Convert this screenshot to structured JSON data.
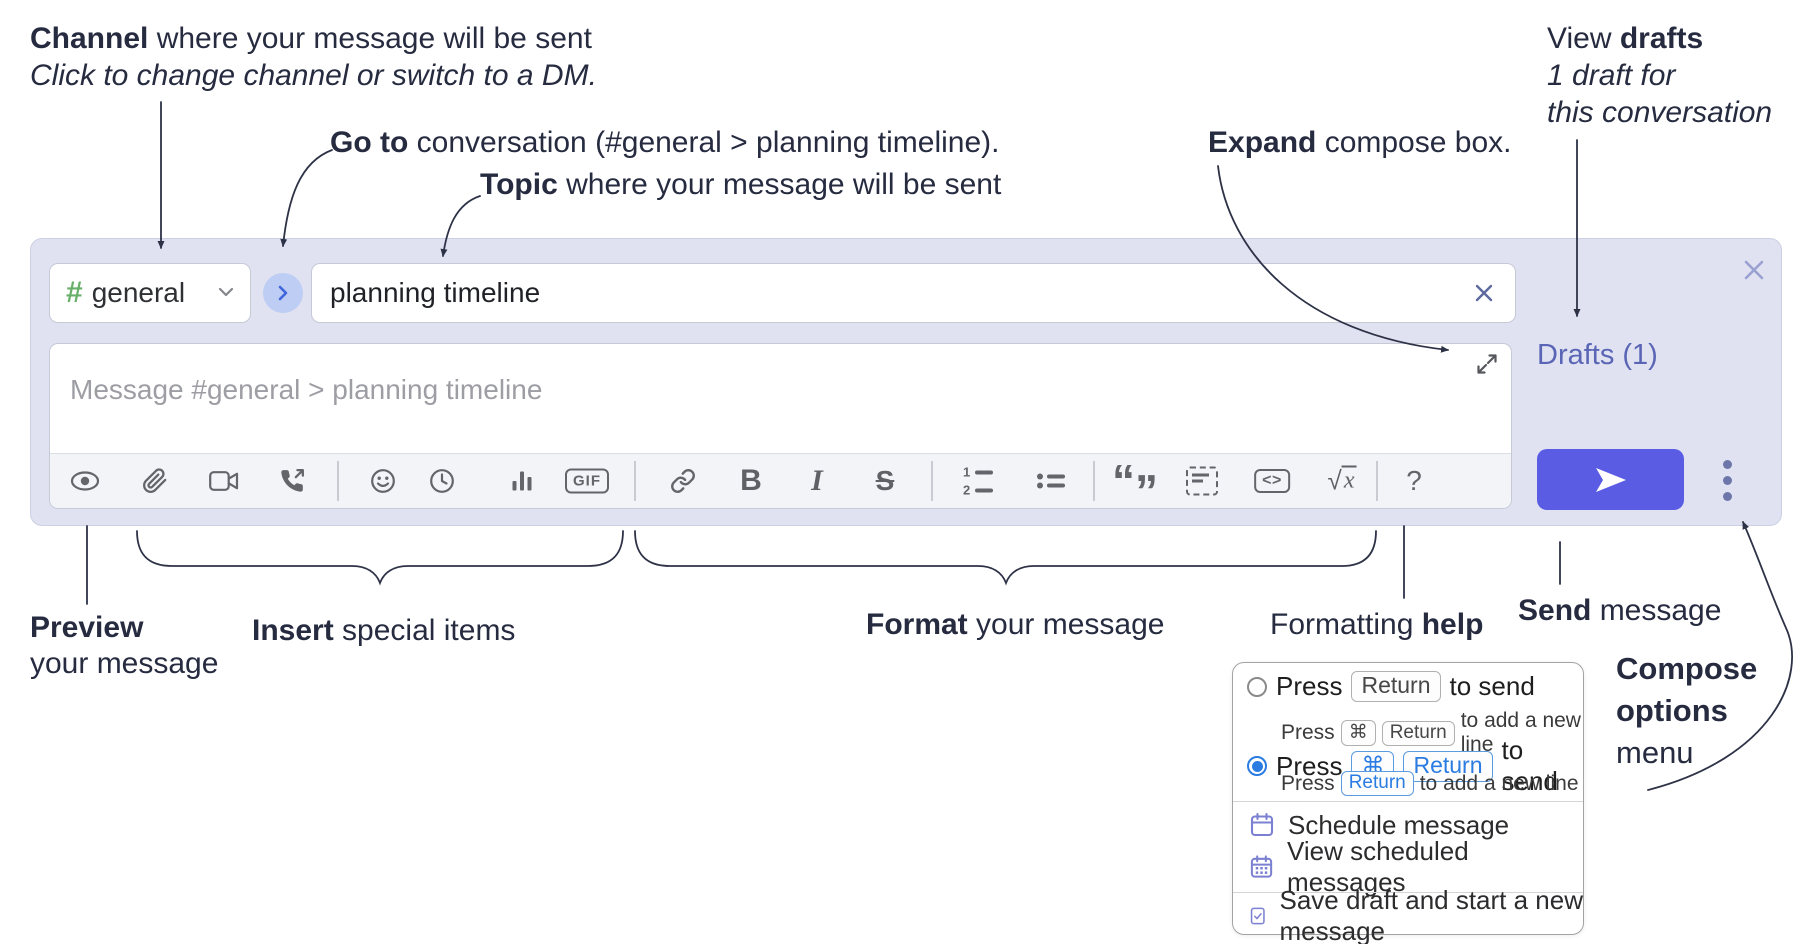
{
  "annotations": {
    "channel": {
      "bold": "Channel",
      "rest": " where your message will be sent",
      "sub": "Click to change channel or switch to a DM."
    },
    "goto": {
      "bold": "Go to",
      "rest": " conversation (#general > planning timeline)."
    },
    "topic": {
      "bold": "Topic",
      "rest": " where your message will be sent"
    },
    "expand": {
      "bold": "Expand",
      "rest": " compose box."
    },
    "view_drafts": {
      "pre": "View ",
      "bold": "drafts",
      "line2": "1 draft for",
      "line3": "this conversation"
    },
    "preview": {
      "bold": "Preview",
      "line2": "your message"
    },
    "insert": {
      "bold": "Insert",
      "rest": " special items"
    },
    "format": {
      "bold": "Format",
      "rest": " your message"
    },
    "formatting_help": {
      "pre": "Formatting ",
      "bold": "help"
    },
    "send": {
      "bold": "Send",
      "rest": " message"
    },
    "compose_options": {
      "line1": "Compose",
      "line2": "options",
      "line3": "menu"
    }
  },
  "compose": {
    "channel_hash": "#",
    "channel_name": "general",
    "topic_value": "planning timeline",
    "placeholder": "Message #general > planning timeline",
    "drafts_label": "Drafts (1)"
  },
  "toolbar": {
    "icon_names": [
      "preview-eye",
      "attach-paperclip",
      "video-call",
      "voice-call",
      "emoji",
      "time",
      "poll",
      "gif",
      "link",
      "bold",
      "italic",
      "strikethrough",
      "numbered-list",
      "bulleted-list",
      "quote",
      "spoiler",
      "code",
      "math",
      "help"
    ],
    "labels": {
      "gif": "GIF",
      "bold": "B",
      "italic": "I",
      "strike": "S",
      "code": "<>",
      "math_sqrt": "√",
      "math_var": "x",
      "help": "?",
      "quote_open": "“",
      "quote_close": "”",
      "ol1": "1",
      "ol2": "2"
    }
  },
  "popup": {
    "opt1": {
      "press": "Press",
      "key": "Return",
      "suffix": "to send",
      "sub_press": "Press",
      "sub_key1": "⌘",
      "sub_key2": "Return",
      "sub_suffix": "to add a new line"
    },
    "opt2": {
      "press": "Press",
      "key1": "⌘",
      "key2": "Return",
      "suffix": "to send",
      "sub_press": "Press",
      "sub_key": "Return",
      "sub_suffix": "to add a new line"
    },
    "items": [
      "Schedule message",
      "View scheduled messages",
      "Save draft and start a new message"
    ]
  },
  "colors": {
    "panel_bg": "#e0e2f2",
    "send_button": "#5a5ce4",
    "drafts_link": "#5a66b5",
    "channel_hash_green": "#68b06a",
    "go_circle_bg": "#bdcdf3",
    "go_chevron_blue": "#3f66dd",
    "key_highlight_blue": "#2b7ce2",
    "menu_icon_purple": "#7b80d2",
    "annotation_ink": "#262b40"
  }
}
